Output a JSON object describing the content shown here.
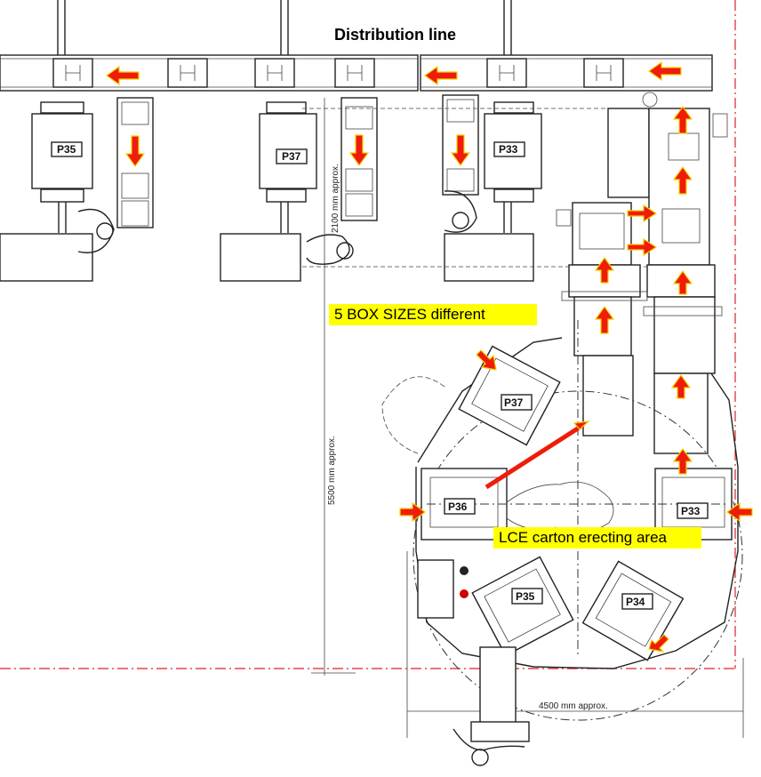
{
  "title": "Distribution line",
  "notes": {
    "box_sizes": "5 BOX SIZES different",
    "erecting_area": "LCE carton erecting area"
  },
  "dimensions": {
    "d2100": "2100 mm approx.",
    "d5500": "5500 mm approx.",
    "d4500": "4500 mm approx."
  },
  "machines_top": [
    "P35",
    "P37",
    "P33"
  ],
  "machines_cell": [
    "P37",
    "P36",
    "P33",
    "P35",
    "P34"
  ],
  "colors": {
    "arrow": "#ee1c0a",
    "arrow_outline": "#f7d000",
    "note_bg": "#ffff00",
    "boundary": "#d22222"
  }
}
